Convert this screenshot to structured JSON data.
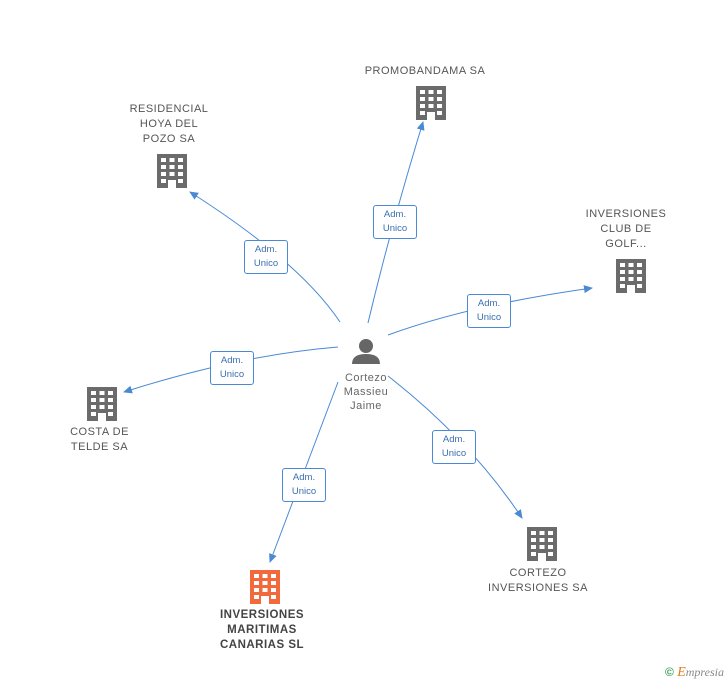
{
  "center": {
    "name": "Cortezo\nMassieu\nJaime"
  },
  "companies": [
    {
      "id": "promobandama",
      "label": "PROMOBANDAMA SA",
      "highlight": false
    },
    {
      "id": "residencial",
      "label": "RESIDENCIAL\nHOYA DEL\nPOZO SA",
      "highlight": false
    },
    {
      "id": "inversiones-club",
      "label": "INVERSIONES\nCLUB DE\nGOLF...",
      "highlight": false
    },
    {
      "id": "costa-telde",
      "label": "COSTA DE\nTELDE SA",
      "highlight": false
    },
    {
      "id": "cortezo-inv",
      "label": "CORTEZO\nINVERSIONES SA",
      "highlight": false
    },
    {
      "id": "maritimas",
      "label": "INVERSIONES\nMARITIMAS\nCANARIAS SL",
      "highlight": true
    }
  ],
  "edge_label": "Adm.\nUnico",
  "colors": {
    "edge": "#4a8ad4",
    "building": "#6b6b6b",
    "building_highlight": "#f26a3b",
    "person": "#666666"
  },
  "footer": {
    "copyright": "©",
    "brand_e": "E",
    "brand_rest": "mpresia"
  }
}
